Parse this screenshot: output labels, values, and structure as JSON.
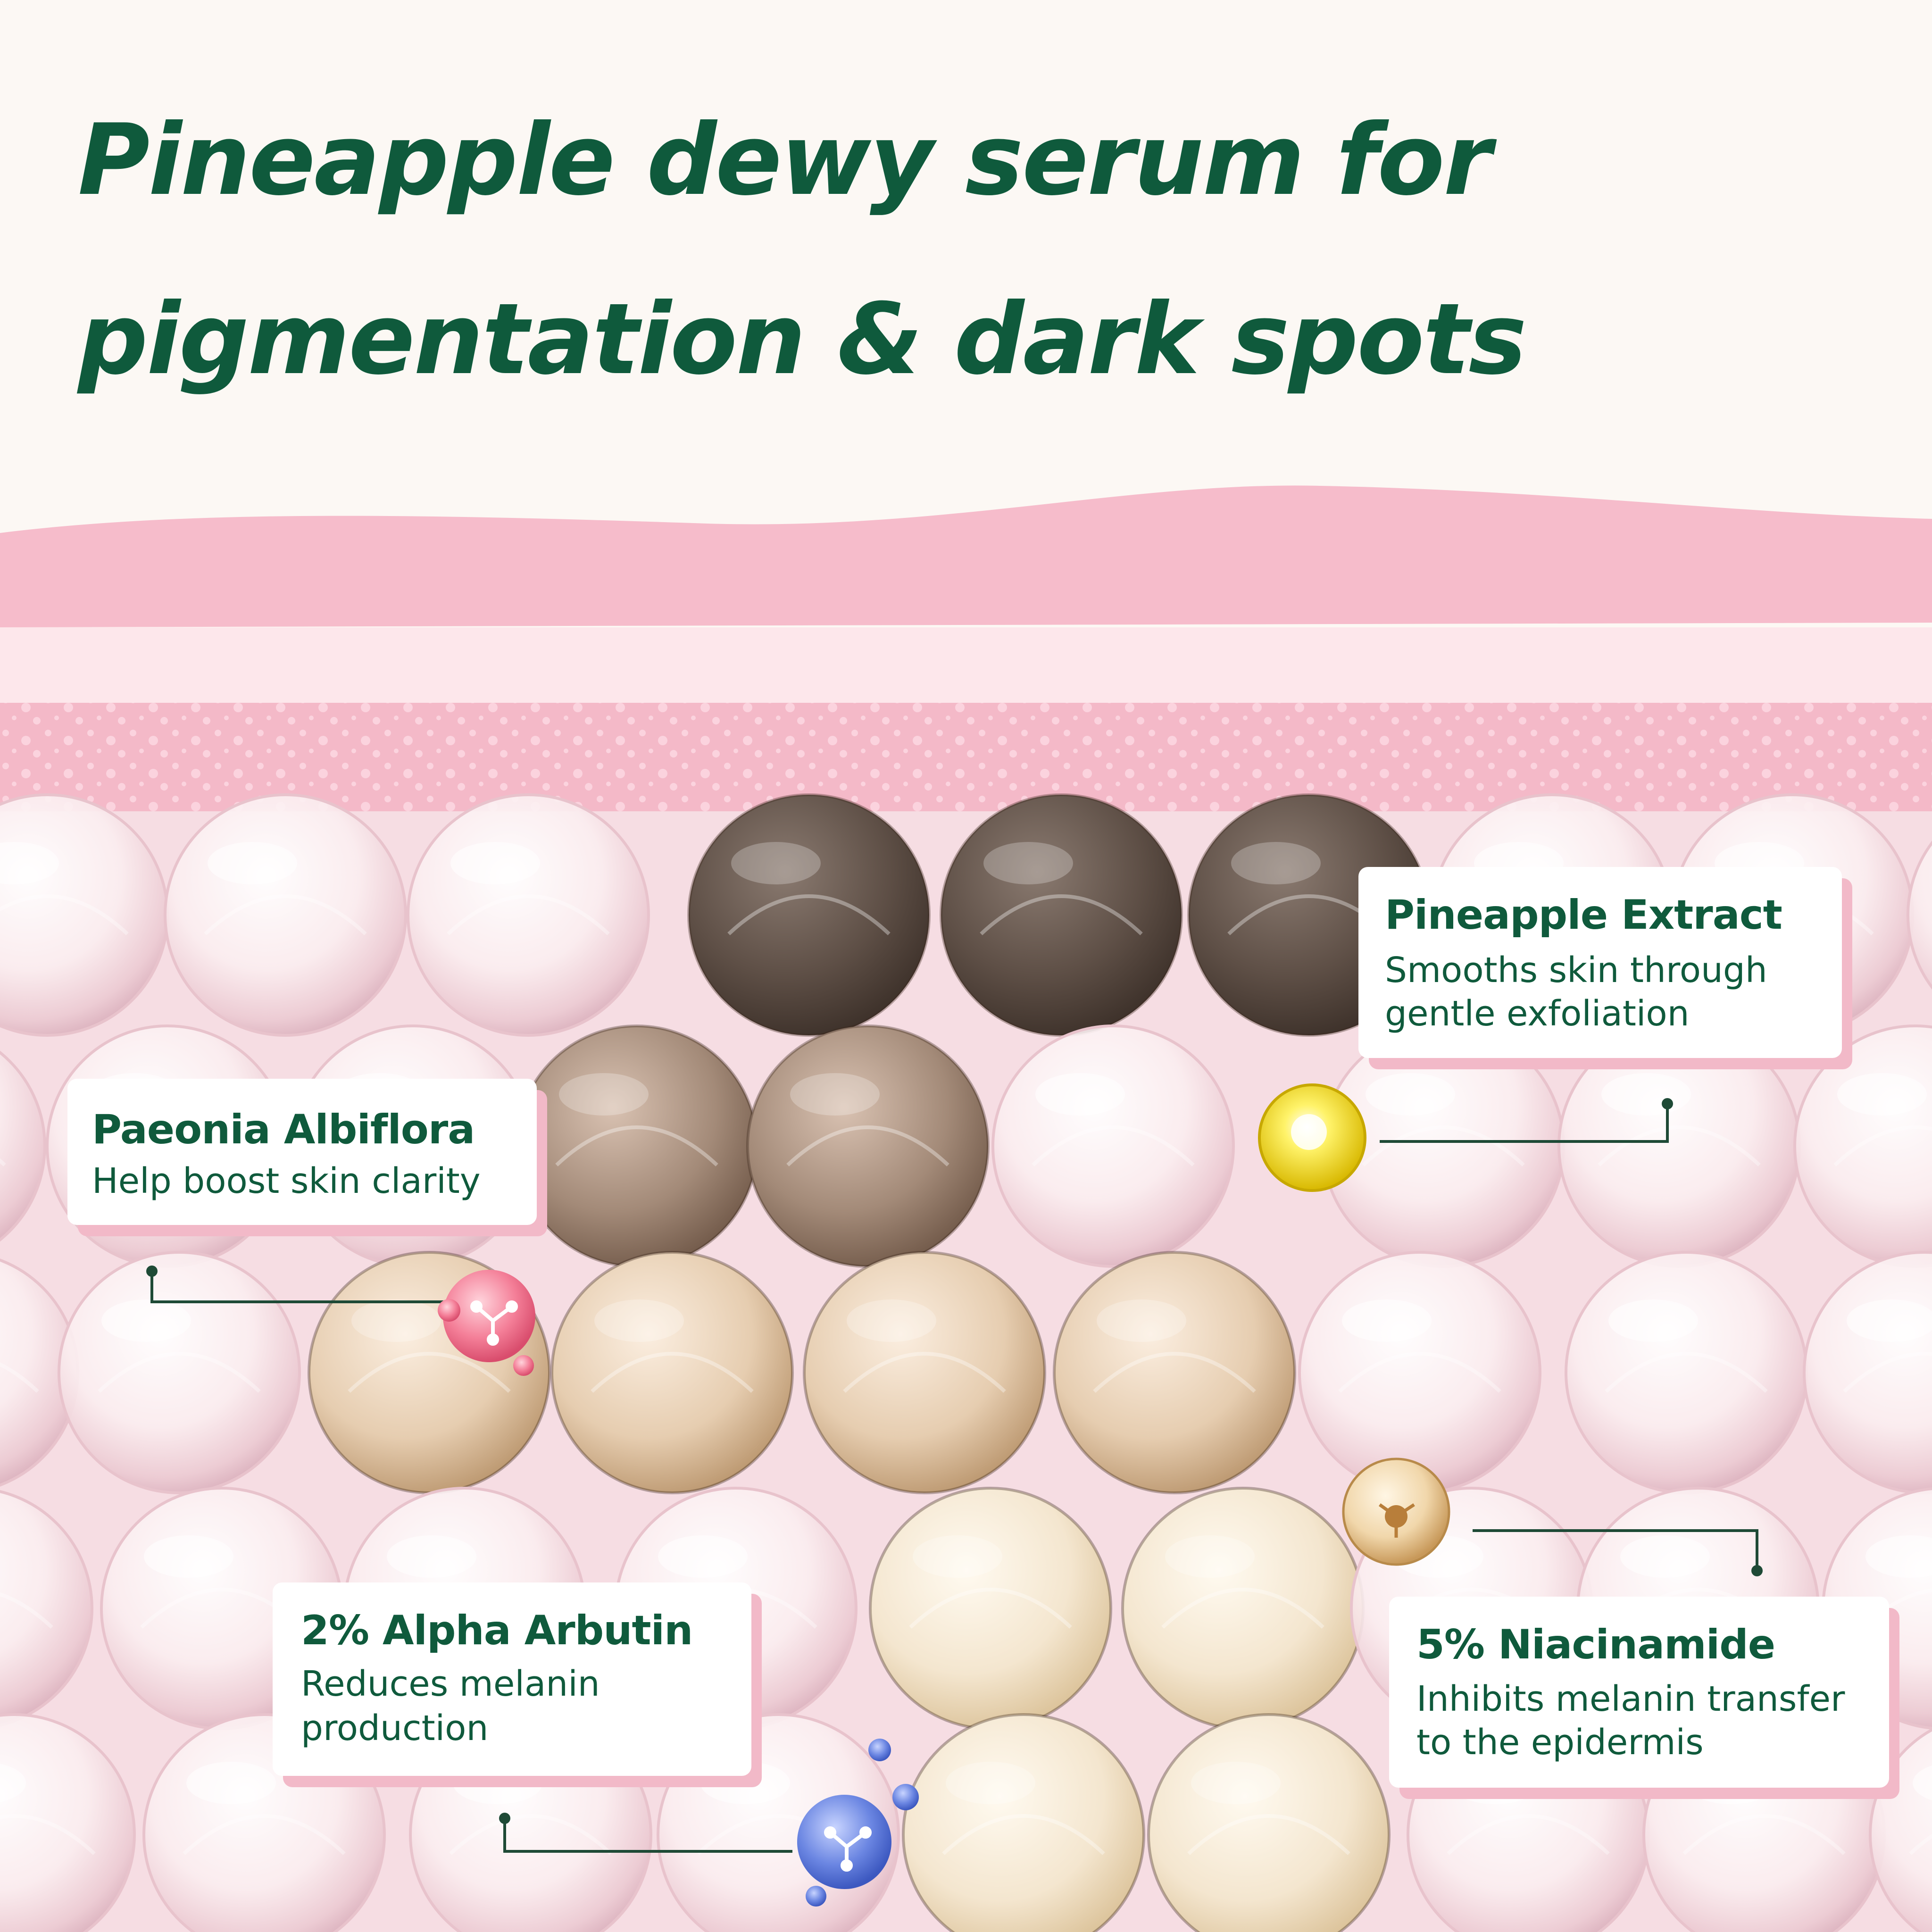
{
  "headline": {
    "line1": "Pineapple dewy serum for",
    "line2": "pigmentation & dark spots"
  },
  "callouts": {
    "pineapple": {
      "title": "Pineapple Extract",
      "line1": "Smooths skin through",
      "line2": "gentle exfoliation"
    },
    "paeonia": {
      "title": "Paeonia Albiflora",
      "line1": "Help boost skin clarity"
    },
    "arbutin": {
      "title": "2% Alpha Arbutin",
      "line1": "Reduces melanin",
      "line2": "production"
    },
    "niacinamide": {
      "title": "5% Niacinamide",
      "line1": "Inhibits melanin transfer",
      "line2": "to the epidermis"
    }
  },
  "colors": {
    "text_green": "#0f5a3c",
    "background_cream": "#fcf8f4",
    "skin_pink": "#f6bccb",
    "card_shadow_pink": "#f2b9c8",
    "melanin_dark": "#5a4a40",
    "melanin_medium": "#8a7060",
    "melanin_light": "#d6b694",
    "melanin_pale": "#efdcc0",
    "molecule_yellow": "#f2e020",
    "molecule_pink": "#f27d96",
    "molecule_blue": "#5a78d8",
    "molecule_amber": "#d7a45c"
  }
}
